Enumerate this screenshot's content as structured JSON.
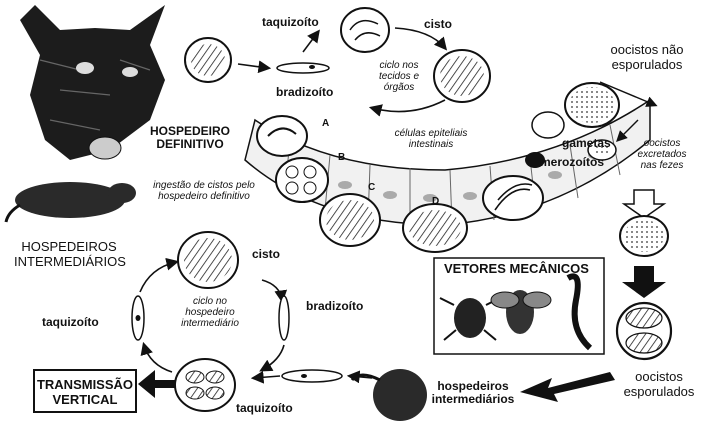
{
  "labels": {
    "taquizoito_top": "taquizoíto",
    "cisto_top": "cisto",
    "ciclo_tecidos": "ciclo nos tecidos e órgãos",
    "bradizoito_top": "bradizoíto",
    "oocistos_nao": "oocistos não esporulados",
    "hospedeiro_definitivo": "HOSPEDEIRO DEFINITIVO",
    "celulas_epiteliais": "células epiteliais intestinais",
    "gametas": "gametas",
    "merozoitos": "merozoítos",
    "oocistos_excretados": "oocistos excretados nas fezes",
    "letter_a": "A",
    "letter_b": "B",
    "letter_c": "C",
    "letter_d": "D",
    "ingestao": "ingestão de cistos pelo hospedeiro definitivo",
    "hospedeiros_intermediarios_upper": "HOSPEDEIROS INTERMEDIÁRIOS",
    "cisto_mid": "cisto",
    "ciclo_hospedeiro": "ciclo no hospedeiro intermediário",
    "bradizoito_mid": "bradizoíto",
    "taquizoito_left": "taquizoíto",
    "vetores": "VETORES MECÂNICOS",
    "transmissao": "TRANSMISSÃO VERTICAL",
    "taquizoito_bottom": "taquizoíto",
    "hospedeiros_intermediarios_lower": "hospedeiros intermediários",
    "oocistos_esporulados": "oocistos esporulados"
  }
}
